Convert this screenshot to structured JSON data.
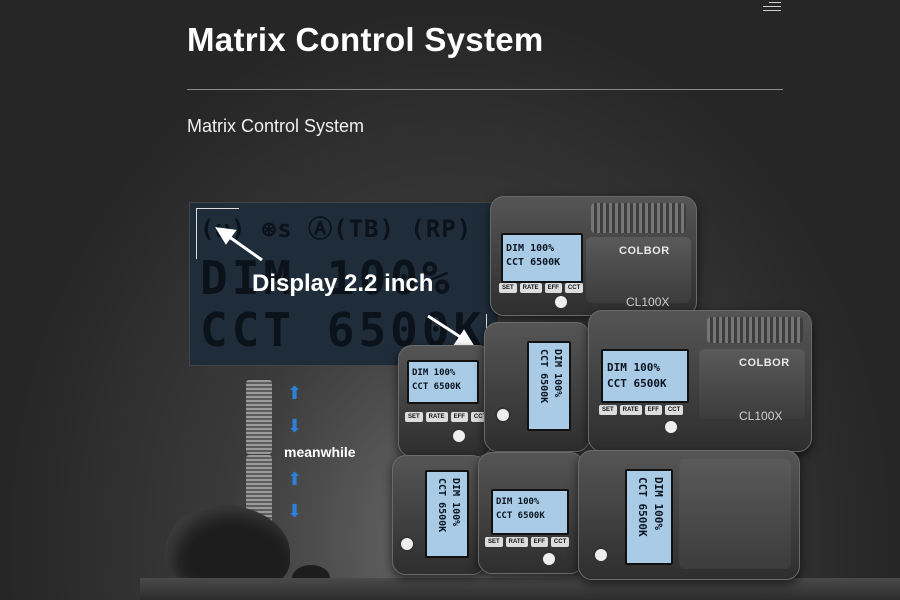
{
  "header": {
    "title": "Matrix Control System",
    "subtitle": "Matrix Control System",
    "menu_icon": "hamburger-menu-icon"
  },
  "display_callout": {
    "label": "Display 2.2 inch",
    "lcd_icons": "(ω) ⊛s Ⓐ(TB) (RP) [!]",
    "lcd_line1": "DIM  100%",
    "lcd_line2": "CCT 6500K"
  },
  "knob_callout": {
    "label": "meanwhile",
    "arrow_color": "#2d7fd8"
  },
  "product": {
    "brand": "COLBOR",
    "model": "CL100X",
    "screen_line1": "DIM   100%",
    "screen_line2": "CCT  6500K",
    "buttons": [
      "SET",
      "RATE",
      "EFF",
      "CCT"
    ]
  }
}
